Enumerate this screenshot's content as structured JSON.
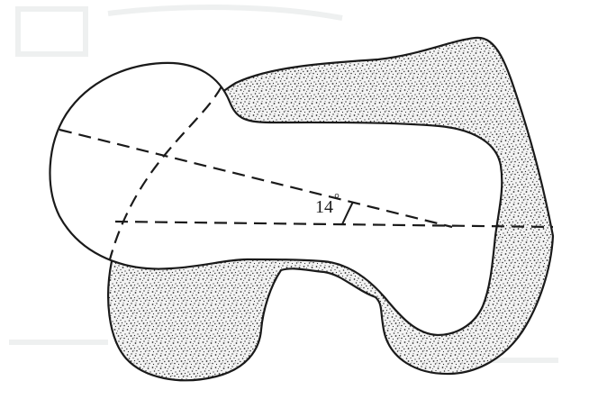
{
  "diagram": {
    "angle_value": "14",
    "angle_unit": "°",
    "colors": {
      "background": "#ffffff",
      "outline": "#1a1a1a",
      "stipple": "#2a2a2a",
      "faint_background_marks": "#eef0f0"
    },
    "regions": [
      {
        "name": "femoral-head-and-neck",
        "fill": "white"
      },
      {
        "name": "condyle-section",
        "fill": "stippled"
      }
    ],
    "lines": [
      {
        "name": "neck-axis-line",
        "style": "dashed"
      },
      {
        "name": "condylar-axis-line",
        "style": "dashed"
      },
      {
        "name": "head-margin-arc",
        "style": "dashed"
      }
    ]
  }
}
